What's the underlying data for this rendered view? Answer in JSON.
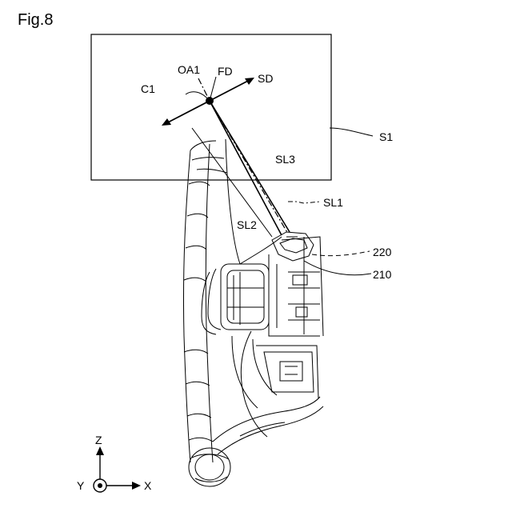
{
  "figure": {
    "title": "Fig.8",
    "labels": {
      "oa1": "OA1",
      "fd": "FD",
      "sd": "SD",
      "c1": "C1",
      "s1": "S1",
      "sl3": "SL3",
      "sl1": "SL1",
      "sl2": "SL2",
      "r220": "220",
      "r210": "210"
    },
    "axes": {
      "z": "Z",
      "y": "Y",
      "x": "X"
    }
  }
}
